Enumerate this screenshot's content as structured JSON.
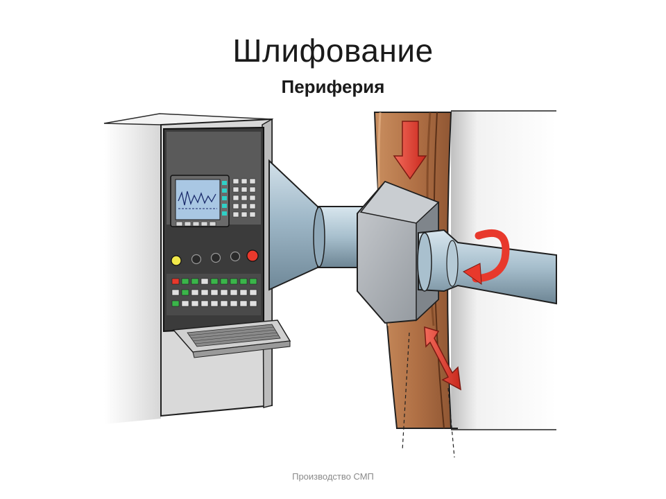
{
  "slide": {
    "title": "Шлифование",
    "subtitle": "Периферия",
    "footer": "Производство СМП"
  },
  "colors": {
    "wheel_outer": "#b87a4a",
    "wheel_inner": "#7a4522",
    "spindle": "#9fb8c8",
    "cabinet": "#e6e6e6",
    "control_panel": "#3a3a3a",
    "screen": "#a9c7e3",
    "arrow": "#e8392c",
    "head_block": "#9aa0a6"
  },
  "icons": [
    "down-arrow-icon",
    "rotation-arrow-icon",
    "double-arrow-icon",
    "emergency-stop-icon"
  ]
}
